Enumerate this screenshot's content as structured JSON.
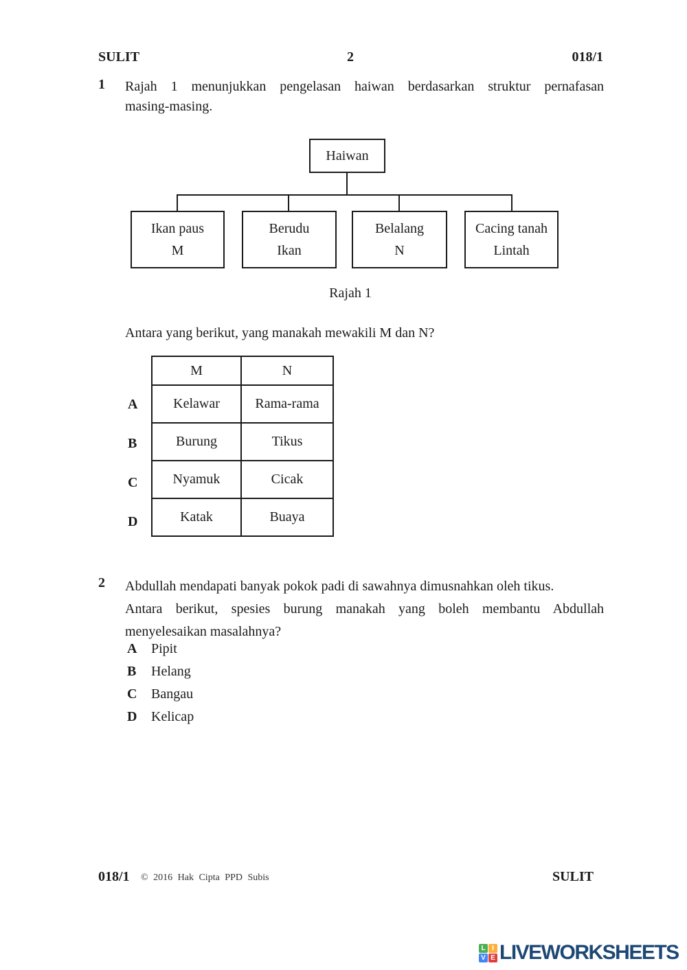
{
  "header": {
    "left": "SULIT",
    "page_number": "2",
    "right": "018/1"
  },
  "q1": {
    "number": "1",
    "lines": [
      "Rajah 1 menunjukkan pengelasan haiwan berdasarkan struktur pernafasan",
      "masing-masing."
    ],
    "caption": "Rajah 1",
    "stem": "Antara yang berikut, yang manakah mewakili M dan N?",
    "table": {
      "headers": [
        "M",
        "N"
      ],
      "rows": [
        {
          "letter": "A",
          "m": "Kelawar",
          "n": "Rama-rama"
        },
        {
          "letter": "B",
          "m": "Burung",
          "n": "Tikus"
        },
        {
          "letter": "C",
          "m": "Nyamuk",
          "n": "Cicak"
        },
        {
          "letter": "D",
          "m": "Katak",
          "n": "Buaya"
        }
      ]
    }
  },
  "diagram": {
    "root": "Haiwan",
    "boxes": [
      {
        "line1": "Ikan paus",
        "line2": "M"
      },
      {
        "line1": "Berudu",
        "line2": "Ikan"
      },
      {
        "line1": "Belalang",
        "line2": "N"
      },
      {
        "line1": "Cacing tanah",
        "line2": "Lintah"
      }
    ]
  },
  "q2": {
    "number": "2",
    "lines": [
      "Abdullah mendapati banyak pokok padi di sawahnya dimusnahkan oleh tikus.",
      "Antara berikut, spesies burung manakah yang boleh membantu Abdullah",
      "menyelesaikan masalahnya?"
    ],
    "options": [
      {
        "letter": "A",
        "label": "Pipit"
      },
      {
        "letter": "B",
        "label": "Helang"
      },
      {
        "letter": "C",
        "label": "Bangau"
      },
      {
        "letter": "D",
        "label": "Kelicap"
      }
    ]
  },
  "footer": {
    "code": "018/1",
    "copyright": "© 2016 Hak Cipta PPD Subis",
    "right": "SULIT"
  },
  "logo": {
    "text": "LIVEWORKSHEETS",
    "text_color": "#1d4875",
    "tiles": [
      {
        "letter": "L",
        "color": "#4caf50"
      },
      {
        "letter": "I",
        "color": "#fbb03c"
      },
      {
        "letter": "V",
        "color": "#4285f4"
      },
      {
        "letter": "E",
        "color": "#e03e3e"
      }
    ]
  }
}
